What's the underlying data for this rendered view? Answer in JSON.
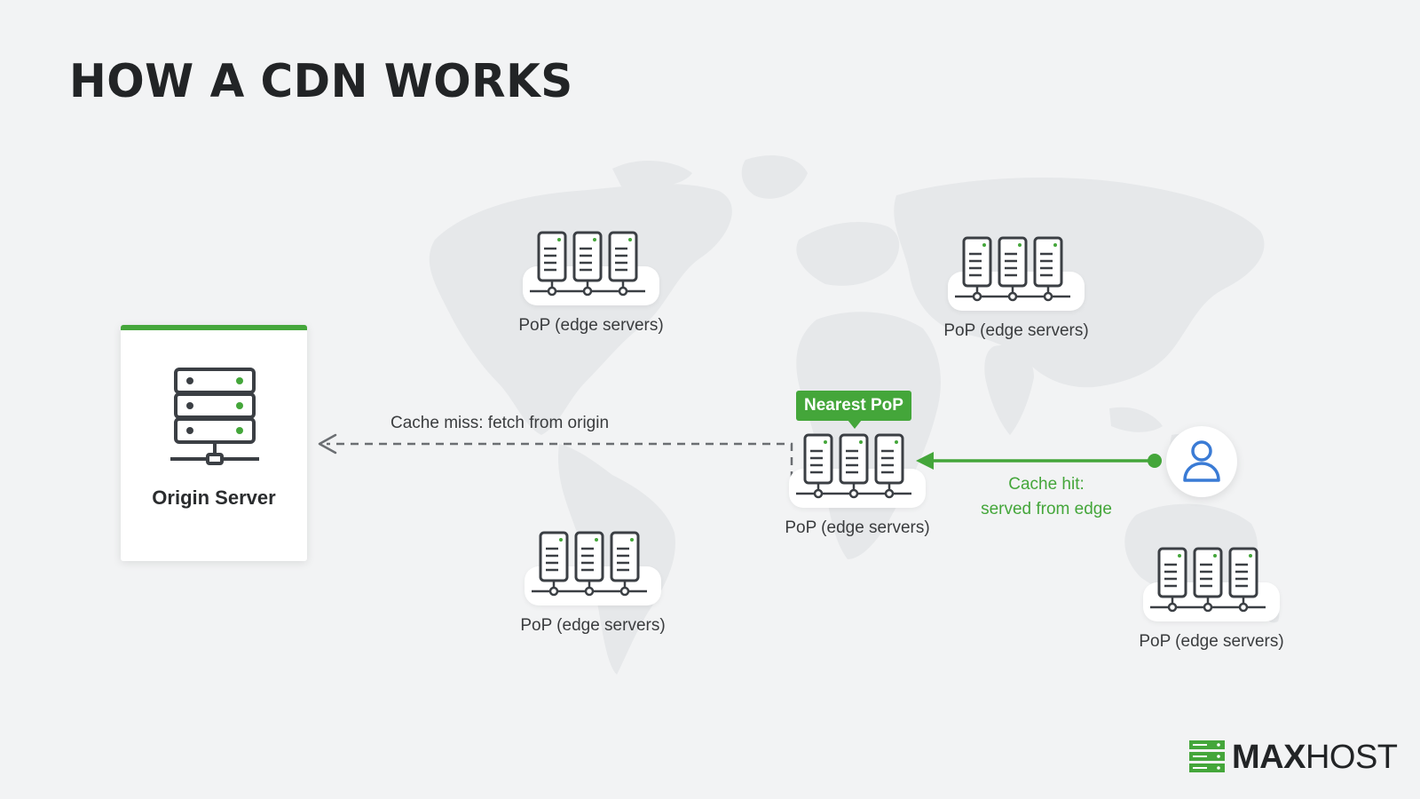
{
  "title": "HOW A CDN WORKS",
  "colors": {
    "accent": "#44a63a",
    "user_blue": "#3a7bd5",
    "dark": "#2a2c2e",
    "dashed_arrow": "#6b6e72",
    "background": "#f2f3f4"
  },
  "origin": {
    "label": "Origin Server",
    "icon": "server-stack-icon"
  },
  "pops": [
    {
      "label": "PoP (edge servers)"
    },
    {
      "label": "PoP (edge servers)"
    },
    {
      "label": "PoP (edge servers)"
    },
    {
      "label": "PoP (edge servers)"
    },
    {
      "label": "PoP (edge servers)"
    }
  ],
  "nearest_badge": "Nearest PoP",
  "cache_miss": "Cache miss: fetch from origin",
  "cache_hit": {
    "line1": "Cache hit:",
    "line2": "served from edge"
  },
  "user_icon": "user-icon",
  "logo": {
    "bold": "MAX",
    "regular": "HOST"
  }
}
